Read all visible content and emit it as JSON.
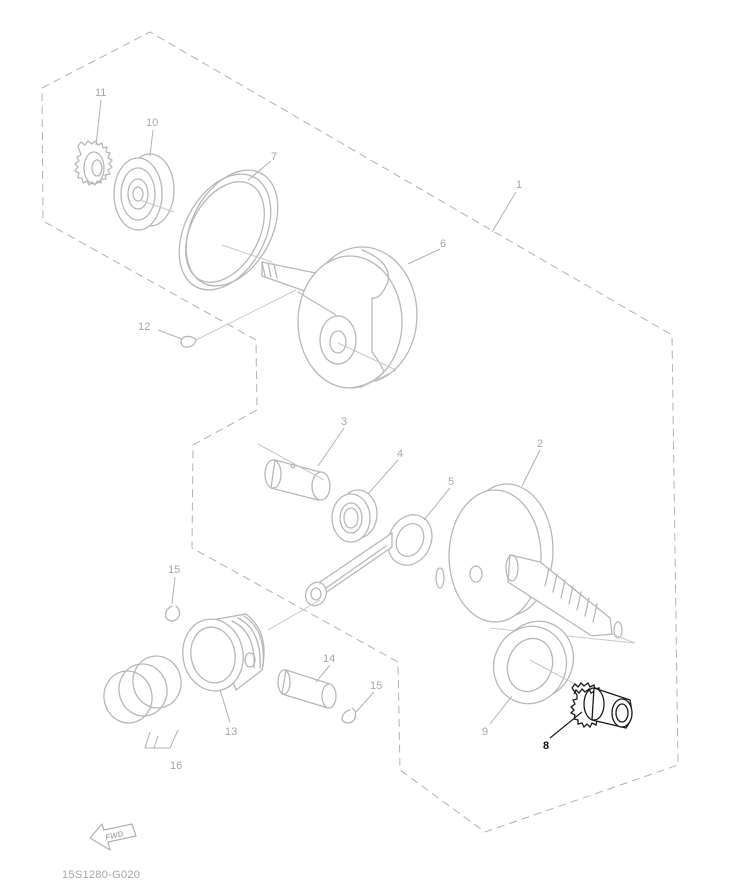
{
  "callouts": {
    "p1": "1",
    "p2": "2",
    "p3": "3",
    "p4": "4",
    "p5": "5",
    "p6": "6",
    "p7": "7",
    "p8": "8",
    "p9": "9",
    "p10": "10",
    "p11": "11",
    "p12": "12",
    "p13": "13",
    "p14": "14",
    "p15a": "15",
    "p15b": "15",
    "p16": "16"
  },
  "highlighted_part": "8",
  "forward_label": "FWD",
  "diagram_code": "15S1280-G020",
  "colors": {
    "line": "#b8b8b8",
    "highlight": "#1a1a1a",
    "background": "#ffffff"
  }
}
